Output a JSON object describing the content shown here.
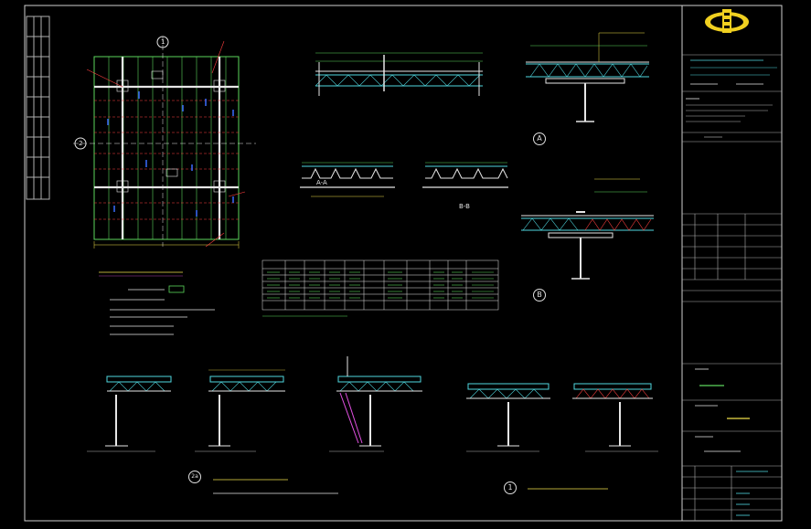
{
  "views": {
    "section_aa": "A-A",
    "section_bb": "B-B",
    "detail_a_mark": "A",
    "detail_b_mark": "B",
    "detail_1_mark": "1",
    "detail_2a_mark": "2a"
  },
  "grid_marks": {
    "col_1": "1",
    "row_2": "2"
  },
  "colors": {
    "background": "#000000",
    "green": "#5cd65c",
    "cyan": "#4fd8e0",
    "yellow": "#f0e04a",
    "red": "#ff4040",
    "magenta": "#e050e0",
    "blue": "#3a6cff",
    "white": "#e6e6e6"
  },
  "logo": "logo-emblem-icon"
}
